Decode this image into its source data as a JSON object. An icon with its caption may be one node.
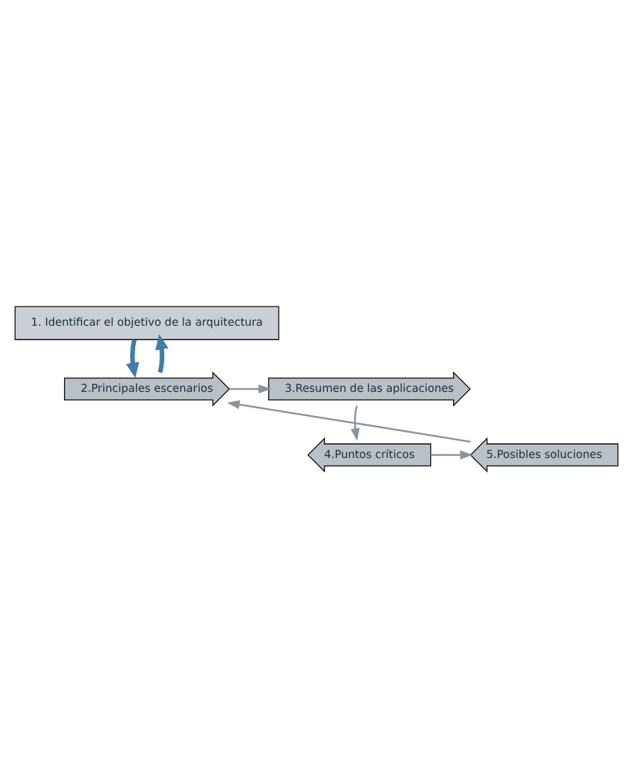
{
  "diagram": {
    "nodes": [
      {
        "text": [
          "1. Identificar el objetivo de la arquitectura"
        ]
      },
      {
        "text": [
          "2.Principales escenarios"
        ]
      },
      {
        "text": [
          "3.Resumen de las aplicaciones"
        ]
      },
      {
        "text": [
          "4.Puntos críticos"
        ]
      },
      {
        "text": [
          "5.Posibles soluciones"
        ]
      }
    ],
    "edges": [
      {
        "from": 0,
        "to": 1,
        "arrow": "to",
        "style": "thick",
        "color": "#3f7ea6"
      },
      {
        "from": 1,
        "to": 0,
        "arrow": "to",
        "style": "thick",
        "color": "#3f7ea6"
      },
      {
        "from": 1,
        "to": 2,
        "arrow": "to"
      },
      {
        "from": 2,
        "to": 3,
        "arrow": "to"
      },
      {
        "from": 3,
        "to": 4,
        "arrow": "to"
      },
      {
        "from": 4,
        "to": 1,
        "arrow": "to"
      }
    ]
  }
}
